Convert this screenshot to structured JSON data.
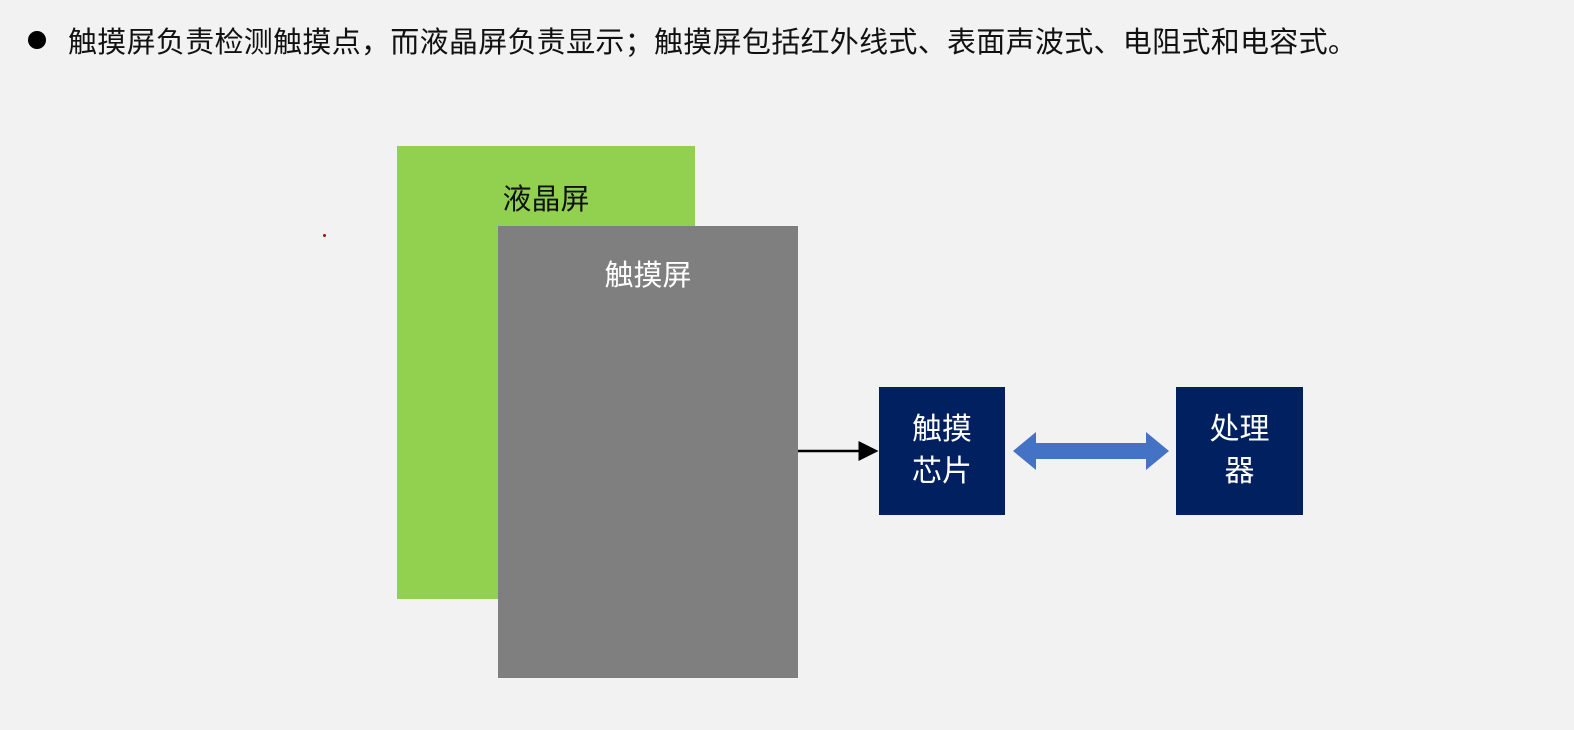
{
  "bullet": {
    "text": "触摸屏负责检测触摸点，而液晶屏负责显示；触摸屏包括红外线式、表面声波式、电阻式和电容式。"
  },
  "diagram": {
    "lcd_label": "液晶屏",
    "touchscreen_label": "触摸屏",
    "touch_chip_label": "触摸芯片",
    "processor_label": "处理器"
  },
  "colors": {
    "background": "#f2f2f2",
    "lcd_green": "#92d050",
    "touch_gray": "#7f7f7f",
    "navy": "#002060",
    "double_arrow_blue": "#4472c4"
  }
}
